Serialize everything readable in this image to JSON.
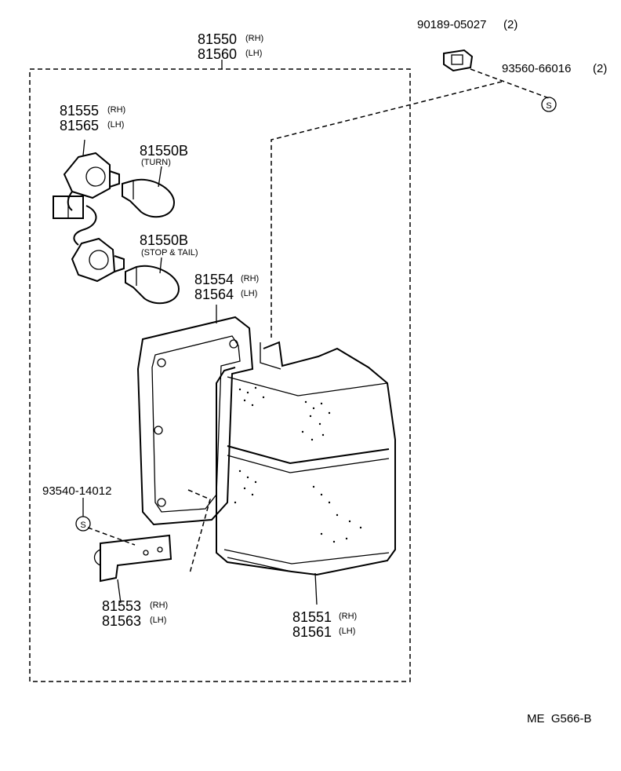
{
  "parts": {
    "assembly": {
      "number_rh": "81550",
      "suffix_rh": "(RH)",
      "number_lh": "81560",
      "suffix_lh": "(LH)"
    },
    "socket": {
      "number_rh": "81555",
      "suffix_rh": "(RH)",
      "number_lh": "81565",
      "suffix_lh": "(LH)"
    },
    "bulb_turn": {
      "number": "81550B",
      "note": "(TURN)"
    },
    "bulb_stop": {
      "number": "81550B",
      "note": "(STOP & TAIL)"
    },
    "gasket": {
      "number_rh": "81554",
      "suffix_rh": "(RH)",
      "number_lh": "81564",
      "suffix_lh": "(LH)"
    },
    "lens": {
      "number_rh": "81551",
      "suffix_rh": "(RH)",
      "number_lh": "81561",
      "suffix_lh": "(LH)"
    },
    "bracket": {
      "number_rh": "81553",
      "suffix_rh": "(RH)",
      "number_lh": "81563",
      "suffix_lh": "(LH)"
    },
    "nut": {
      "number": "90189-05027",
      "qty": "(2)"
    },
    "screw_top": {
      "number": "93560-66016",
      "qty": "(2)",
      "symbol": "S"
    },
    "screw_left": {
      "number": "93540-14012",
      "symbol": "S"
    }
  },
  "footer_code": "ME  G566-B"
}
